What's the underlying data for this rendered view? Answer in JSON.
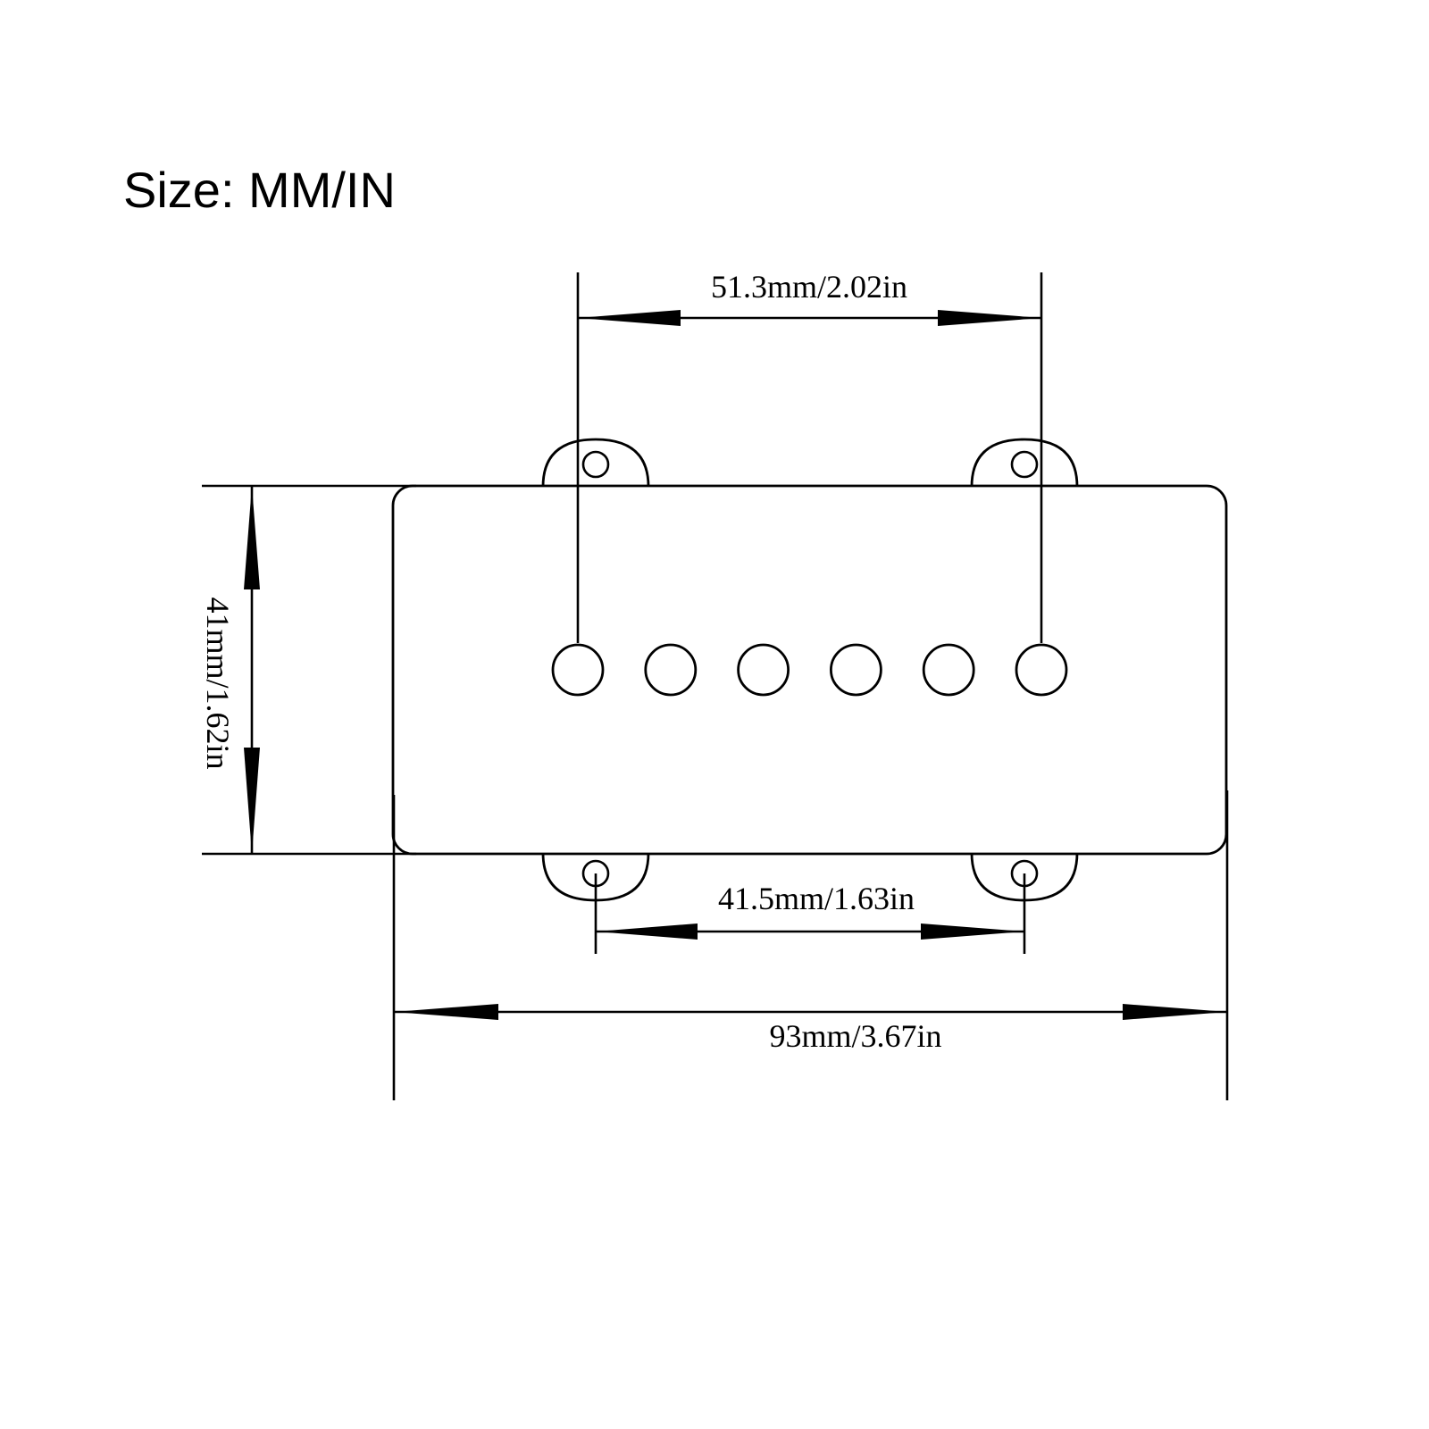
{
  "title": "Size: MM/IN",
  "dimensions": {
    "pole_spacing": "51.3mm/2.02in",
    "mount_hole_spacing": "41.5mm/1.63in",
    "overall_width": "93mm/3.67in",
    "height": "41mm/1.62in"
  },
  "pole_count": 6,
  "colors": {
    "ink": "#000000",
    "background": "#ffffff"
  }
}
